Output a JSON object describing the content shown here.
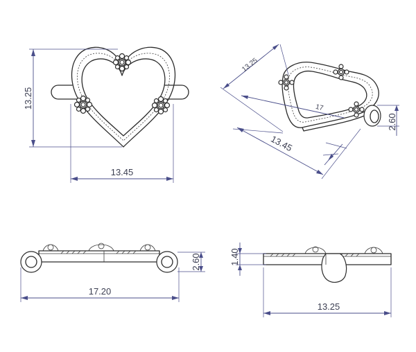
{
  "dimensions": {
    "front_height": "13.25",
    "front_width": "13.45",
    "iso_top": "13.25",
    "iso_width": "13.45",
    "iso_middle": "17",
    "iso_side": "2.60",
    "bottom_width": "17.20",
    "bottom_height": "2.60",
    "side_height": "1.40",
    "side_width": "13.25"
  }
}
